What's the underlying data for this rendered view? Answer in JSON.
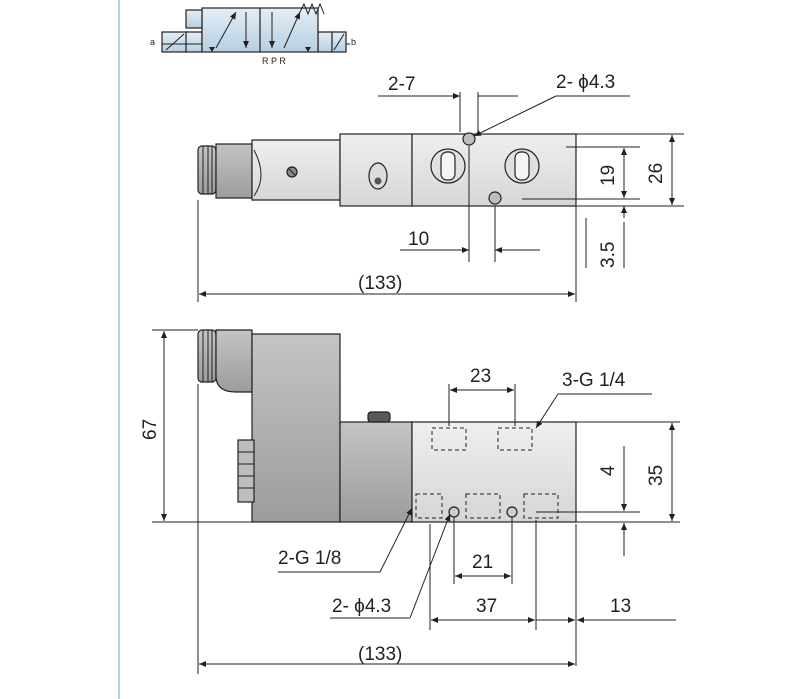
{
  "symbol": {
    "label_a": "a",
    "label_b": "b",
    "ports": "R P R"
  },
  "top_view": {
    "dim_2_7": "2-7",
    "dim_hole": "2- ϕ4.3",
    "dim_10": "10",
    "dim_19": "19",
    "dim_26": "26",
    "dim_3_5": "3.5",
    "dim_length": "(133)"
  },
  "front_view": {
    "dim_67": "67",
    "dim_23": "23",
    "dim_3g": "3-G 1/4",
    "dim_4": "4",
    "dim_35": "35",
    "dim_2g": "2-G 1/8",
    "dim_21": "21",
    "dim_hole": "2- ϕ4.3",
    "dim_37": "37",
    "dim_13": "13",
    "dim_length": "(133)"
  },
  "colors": {
    "line": "#231f20",
    "body_light": "#e3e3e3",
    "body_mid": "#cfcfcf",
    "body_dark": "#a9a9a9",
    "symbol_fill": "#c9dcea",
    "rule": "#b9cfe0"
  }
}
